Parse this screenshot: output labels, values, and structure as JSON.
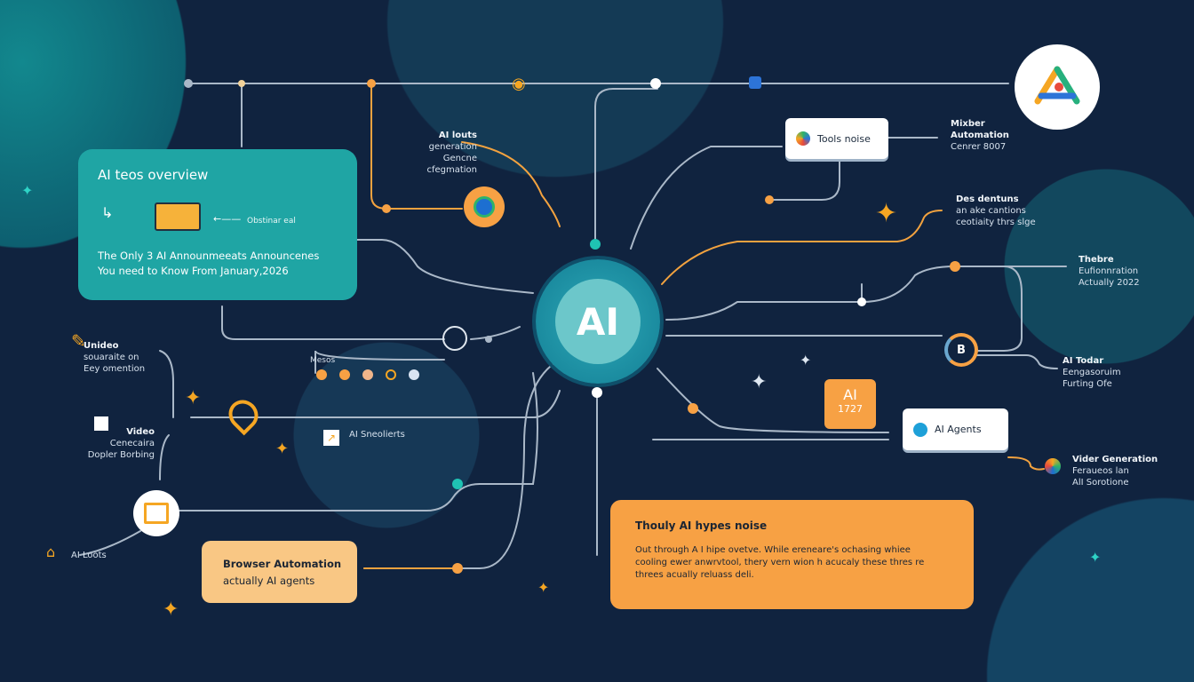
{
  "center": {
    "label": "AI"
  },
  "overview_card": {
    "title": "AI teos overview",
    "side_label": "Obstinar eal",
    "headline_1": "The Only 3 AI Announmeeats Announcenes",
    "headline_2": "You need to Know From January,2026"
  },
  "labels": {
    "tools_generation": [
      "AI louts",
      "generation",
      "Gencne cfegmation"
    ],
    "mixber": [
      "Mixber",
      "Automation",
      "Cenrer 8007"
    ],
    "des_dentuns": [
      "Des dentuns",
      "an ake cantions",
      "ceotiaity thrs slge"
    ],
    "thebre": [
      "Thebre",
      "Eufionnration",
      "Actually 2022"
    ],
    "ai_todar": [
      "AI Todar",
      "Eengasoruim",
      "Furting Ofe"
    ],
    "vider_generation": [
      "Vider Generation",
      "Feraueos lan",
      "AlI Sorotione"
    ],
    "unideo": [
      "Unideo",
      "souaraite on",
      "Eey omention"
    ],
    "video_cenecina": [
      "Video",
      "Cenecaira",
      "Dopler Borbing"
    ],
    "ai_loots": "AI Loots",
    "mesos": "Mesos",
    "ai_sneolierts": "AI Sneolierts"
  },
  "boxes": {
    "tools_noise": "Tools noise",
    "ai_agents": "AI Agents",
    "ai_badge_top": "AI",
    "ai_badge_bottom": "1727",
    "browser_title": "Browser Automation",
    "browser_sub": "actually AI agents",
    "hype_title": "Thouly AI hypes noise",
    "hype_body": "Out through A I hipe ovetve. While ereneare's ochasing whiee cooling ewer anwrvtool, thery vern wion h acucaly these thres re threes acually reluass deli."
  },
  "colors": {
    "bg": "#10233f",
    "teal": "#1fa7a6",
    "orange": "#f7a144",
    "light_orange": "#f9c784",
    "line": "#aab8c8"
  }
}
